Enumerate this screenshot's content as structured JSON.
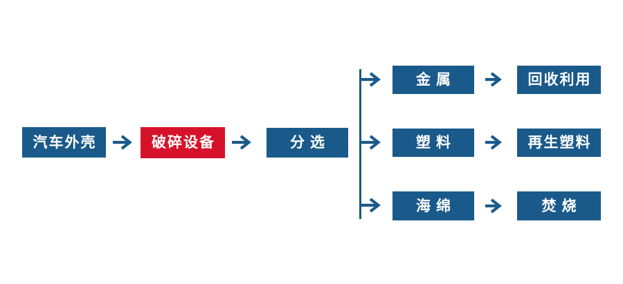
{
  "colors": {
    "node_blue": "#1a5a8a",
    "node_red": "#d6122b",
    "arrow_blue": "#1a5a8a",
    "text_white": "#ffffff",
    "background": "#ffffff"
  },
  "main_flow": [
    {
      "label": "汽车外壳"
    },
    {
      "label": "破碎设备"
    },
    {
      "label": "分选"
    }
  ],
  "branches": [
    {
      "source": "金属",
      "result": "回收利用"
    },
    {
      "source": "塑料",
      "result": "再生塑料"
    },
    {
      "source": "海绵",
      "result": "焚烧"
    }
  ]
}
